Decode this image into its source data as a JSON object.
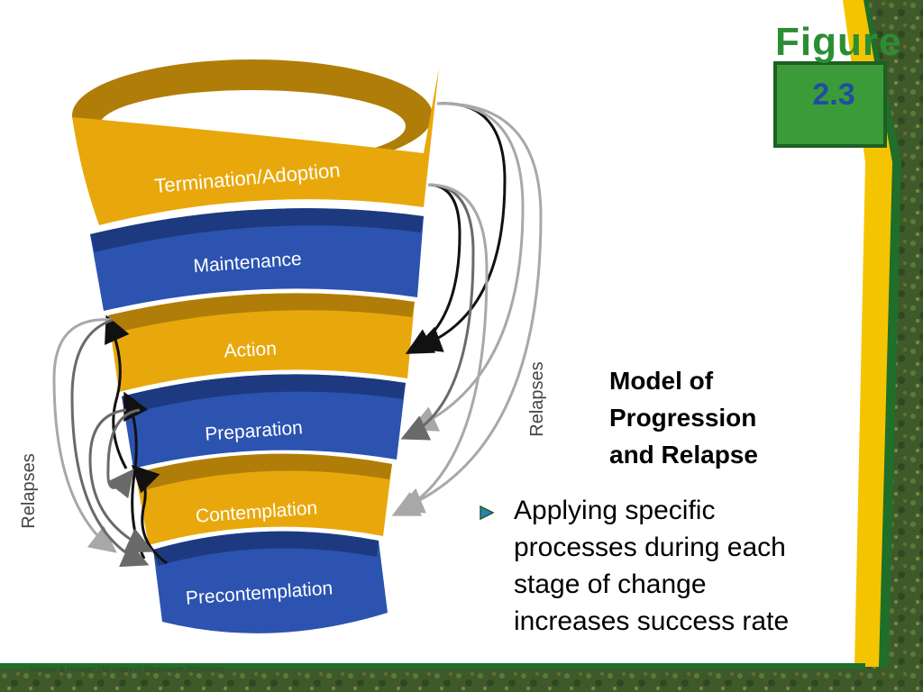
{
  "figure": {
    "label": "Figure",
    "number": "2.3"
  },
  "title_lines": [
    "Model of",
    "Progression",
    "and Relapse"
  ],
  "bullet": {
    "lines": [
      "Applying specific",
      "processes during each",
      "stage of change",
      "increases success rate"
    ]
  },
  "diagram": {
    "stages": [
      {
        "label": "Termination/Adoption",
        "color": "#e8a80c"
      },
      {
        "label": "Maintenance",
        "color": "#2c53b0"
      },
      {
        "label": "Action",
        "color": "#e8a80c"
      },
      {
        "label": "Preparation",
        "color": "#2c53b0"
      },
      {
        "label": "Contemplation",
        "color": "#e8a80c"
      },
      {
        "label": "Precontemplation",
        "color": "#2c53b0"
      }
    ],
    "relapse_label_left": "Relapses",
    "relapse_label_right": "Relapses"
  },
  "footer": "Hoeger & Hoeger, (All slides c) Wadsworth Publishing",
  "colors": {
    "gold": "#e8a80c",
    "blue": "#2c53b0",
    "green": "#3c9b39",
    "dark_green": "#1e5f22",
    "yellow_band": "#f5c400"
  }
}
